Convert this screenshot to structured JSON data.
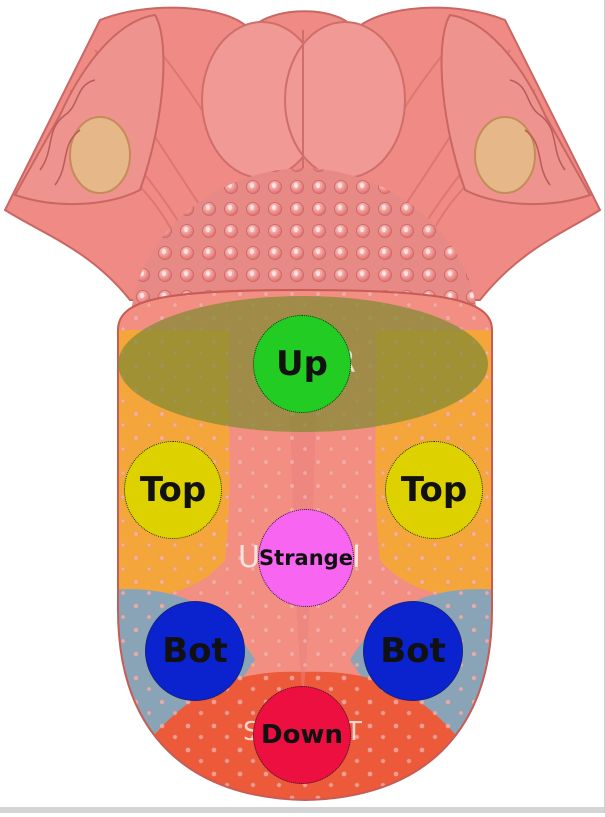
{
  "colors": {
    "background": "#ffffff",
    "up": "#22cc22",
    "top": "#ddd200",
    "strange": "#f865f0",
    "bot": "#0a23cf",
    "down": "#ec0f40"
  },
  "markers": {
    "up": "Up",
    "top_left": "Top",
    "top_right": "Top",
    "strange": "Strange",
    "bot_left": "Bot",
    "bot_right": "Bot",
    "down": "Down"
  }
}
